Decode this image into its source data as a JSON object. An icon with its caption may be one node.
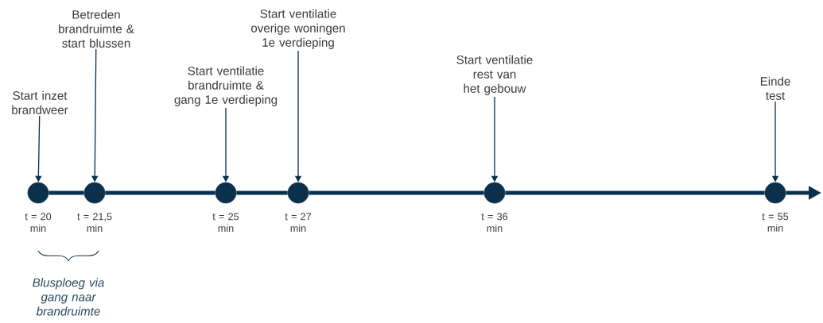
{
  "diagram": {
    "nodes": [
      {
        "text": [
          "Start inzet brandweer"
        ]
      },
      {
        "text": [
          "Betreden brandruimte & start blussen"
        ]
      },
      {
        "text": [
          "Start ventilatie brandruimte & gang 1e verdieping"
        ]
      },
      {
        "text": [
          "Start ventilatie overige woningen 1e verdieping"
        ]
      },
      {
        "text": [
          "Start ventilatie rest van het gebouw"
        ]
      },
      {
        "text": [
          "Einde test"
        ]
      },
      {
        "text": [],
        "shape": "circle",
        "beside": [
          "t = 20 min"
        ]
      },
      {
        "text": [],
        "shape": "circle",
        "beside": [
          "t = 21,5 min"
        ]
      },
      {
        "text": [],
        "shape": "circle",
        "beside": [
          "t = 25 min"
        ]
      },
      {
        "text": [],
        "shape": "circle",
        "beside": [
          "t = 27 min"
        ]
      },
      {
        "text": [],
        "shape": "circle",
        "beside": [
          "t = 36 min"
        ]
      },
      {
        "text": [],
        "shape": "circle",
        "beside": [
          "t = 55 min"
        ]
      }
    ],
    "edges": [
      {
        "from": 0,
        "to": 6,
        "arrow": "to"
      },
      {
        "from": 1,
        "to": 7,
        "arrow": "to"
      },
      {
        "from": 2,
        "to": 8,
        "arrow": "to"
      },
      {
        "from": 3,
        "to": 9,
        "arrow": "to"
      },
      {
        "from": 4,
        "to": 10,
        "arrow": "to"
      },
      {
        "from": 5,
        "to": 11,
        "arrow": "to"
      },
      {
        "from": 6,
        "to": 7,
        "arrow": "none",
        "style": "thick"
      },
      {
        "from": 7,
        "to": 8,
        "arrow": "none",
        "style": "thick"
      },
      {
        "from": 8,
        "to": 9,
        "arrow": "none",
        "style": "thick"
      },
      {
        "from": 9,
        "to": 10,
        "arrow": "none",
        "style": "thick"
      },
      {
        "from": 10,
        "to": 11,
        "arrow": "none",
        "style": "thick"
      },
      {
        "from": 11,
        "to": null,
        "arrow": "to",
        "style": "thick"
      }
    ],
    "labels": [
      "Blusploeg via gang naar brandruimte"
    ]
  }
}
